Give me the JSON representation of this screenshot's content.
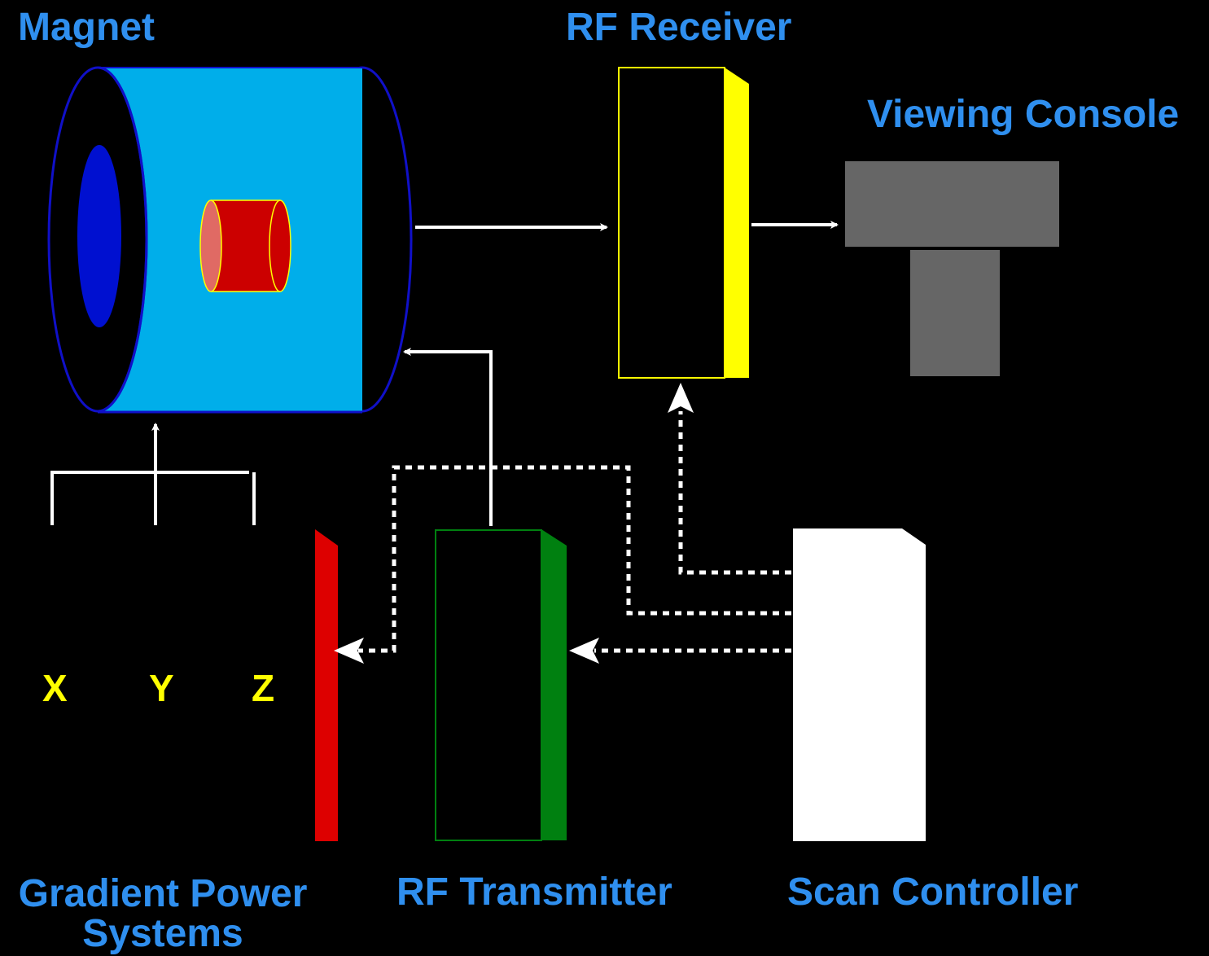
{
  "labels": {
    "magnet": "Magnet",
    "rf_receiver": "RF Receiver",
    "viewing_console": "Viewing Console",
    "gradient_power_systems": "Gradient Power Systems",
    "rf_transmitter": "RF Transmitter",
    "scan_controller": "Scan Controller"
  },
  "axes": {
    "x": "X",
    "y": "Y",
    "z": "Z"
  },
  "colors": {
    "background": "#000000",
    "label": "#2f8fef",
    "axis_label": "#ffff00",
    "magnet_body": "#00aeea",
    "magnet_outline": "#1010c8",
    "magnet_bore": "#0010d0",
    "coil": "#cc0000",
    "coil_face": "#e06a64",
    "receiver_accent": "#ffff00",
    "transmitter_accent": "#008010",
    "gradient_panel": "#dd0000",
    "console": "#666666",
    "controller": "#ffffff",
    "arrow": "#ffffff"
  }
}
